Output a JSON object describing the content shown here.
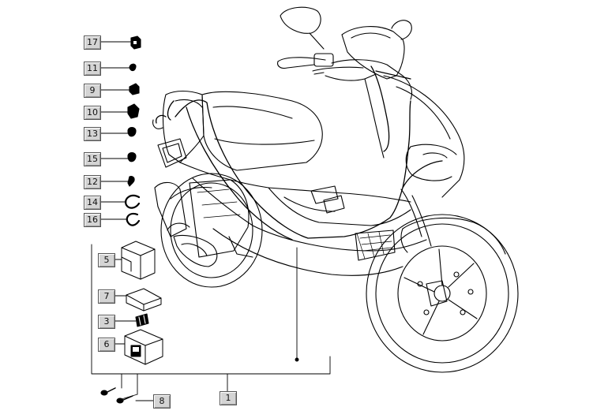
{
  "diagram": {
    "callouts": [
      {
        "id": "17",
        "label": "17"
      },
      {
        "id": "11",
        "label": "11"
      },
      {
        "id": "9",
        "label": "9"
      },
      {
        "id": "10",
        "label": "10"
      },
      {
        "id": "13",
        "label": "13"
      },
      {
        "id": "15",
        "label": "15"
      },
      {
        "id": "12",
        "label": "12"
      },
      {
        "id": "14",
        "label": "14"
      },
      {
        "id": "16",
        "label": "16"
      },
      {
        "id": "5",
        "label": "5"
      },
      {
        "id": "7",
        "label": "7"
      },
      {
        "id": "3",
        "label": "3"
      },
      {
        "id": "6",
        "label": "6"
      },
      {
        "id": "8",
        "label": "8"
      },
      {
        "id": "1",
        "label": "1"
      }
    ],
    "colors": {
      "line": "#000000",
      "callout_bg": "#d4d4d4",
      "background": "#ffffff"
    }
  }
}
